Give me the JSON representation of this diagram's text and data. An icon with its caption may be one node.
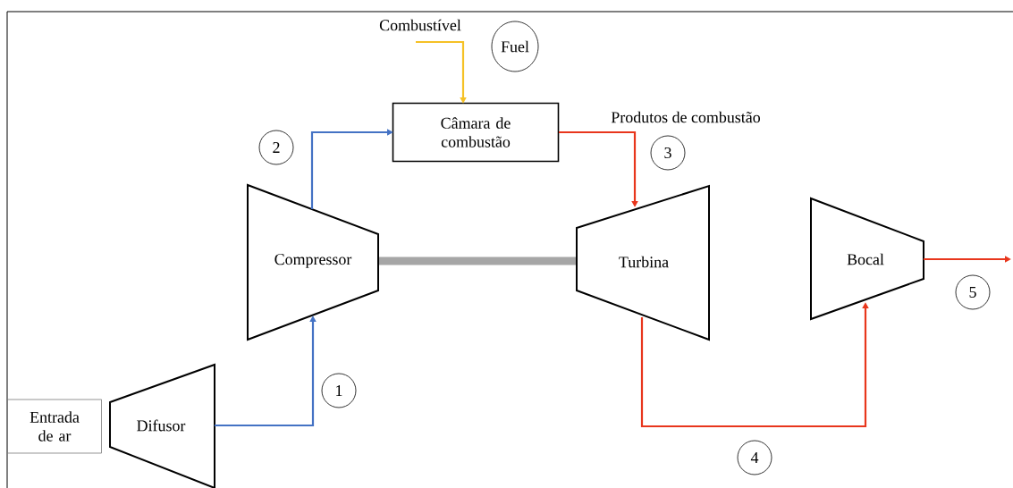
{
  "diagram": {
    "nodes": [
      {
        "text": [
          "Entrada de ar"
        ]
      },
      {
        "text": [
          "Difusor"
        ]
      },
      {
        "text": [
          "Compressor"
        ]
      },
      {
        "text": [
          "Combustível"
        ]
      },
      {
        "text": [
          "Câmara de combustão"
        ]
      },
      {
        "text": [
          "Turbina"
        ]
      },
      {
        "text": [
          "Bocal"
        ]
      },
      {
        "text": [
          "Fuel"
        ]
      },
      {
        "text": [
          "1"
        ]
      },
      {
        "text": [
          "2"
        ]
      },
      {
        "text": [
          "3"
        ]
      },
      {
        "text": [
          "4"
        ]
      },
      {
        "text": [
          "5"
        ]
      }
    ],
    "edges": [
      {
        "from": 1,
        "to": 2,
        "arrow": "to",
        "color": "#4472c4"
      },
      {
        "from": 2,
        "to": 4,
        "arrow": "to",
        "color": "#4472c4"
      },
      {
        "from": 3,
        "to": 4,
        "arrow": "to",
        "color": "#f5c125"
      },
      {
        "from": 4,
        "to": 5,
        "arrow": "to"
      },
      {
        "from": 5,
        "to": 6,
        "arrow": "to"
      },
      {
        "from": 6,
        "to": null,
        "arrow": "to"
      },
      {
        "from": 2,
        "to": 5,
        "arrow": "none",
        "style": "thick",
        "color": "#a6a6a6"
      }
    ],
    "labels": [
      "Produtos de combustão"
    ]
  }
}
